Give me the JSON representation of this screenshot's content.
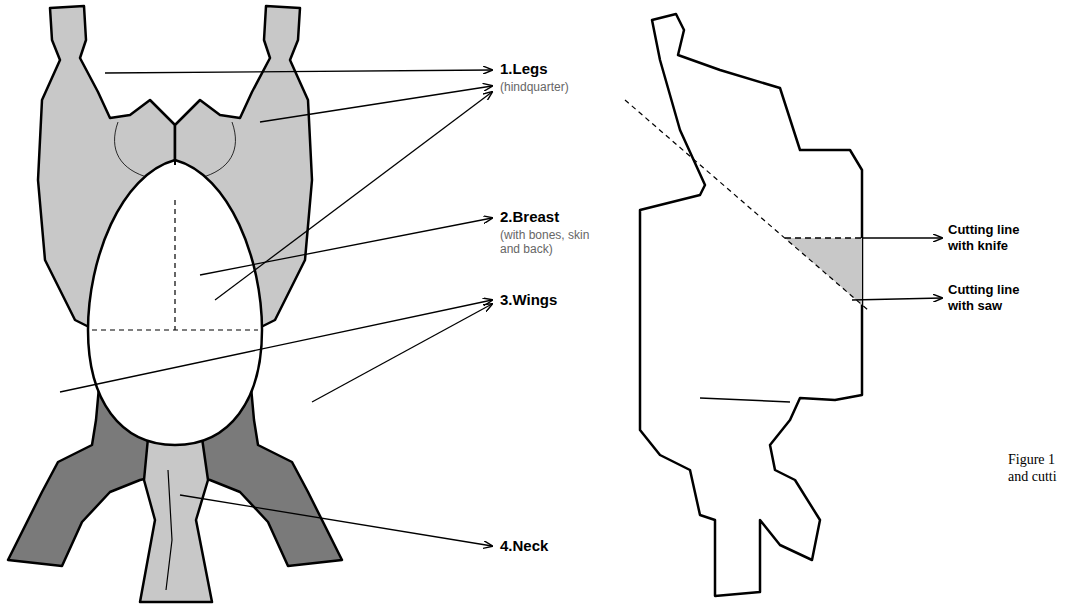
{
  "diagram": {
    "caption": "Figure 1 and cutti",
    "labels": [
      "1.Legs",
      "(hindquarter)",
      "2.Breast",
      "(with bones, skin and back)",
      "3.Wings",
      "4.Neck",
      "Cutting line with knife",
      "Cutting line with saw"
    ]
  }
}
